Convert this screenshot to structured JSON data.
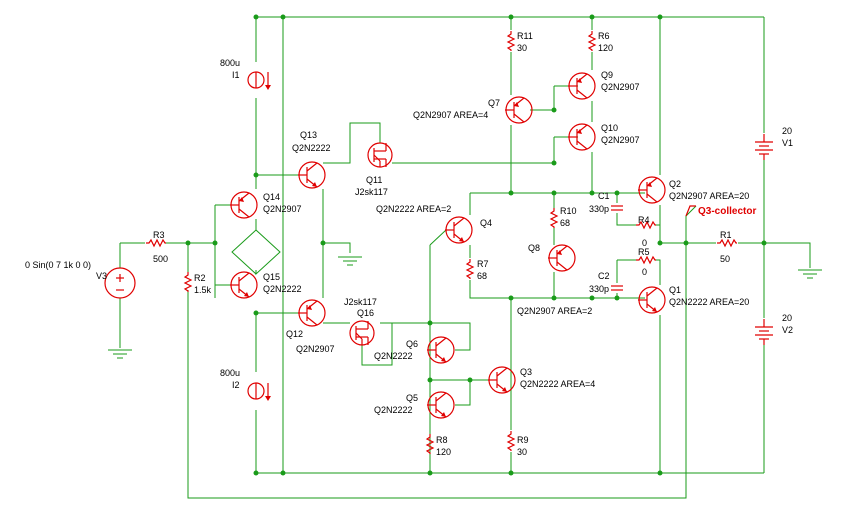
{
  "components": {
    "v3": {
      "ref": "V3",
      "value": "0 Sin(0 7 1k 0 0)"
    },
    "r3": {
      "ref": "R3",
      "value": "500"
    },
    "r2": {
      "ref": "R2",
      "value": "1.5k"
    },
    "i1": {
      "ref": "I1",
      "value": "800u"
    },
    "i2": {
      "ref": "I2",
      "value": "800u"
    },
    "q13": {
      "ref": "Q13",
      "value": "Q2N2222"
    },
    "q14": {
      "ref": "Q14",
      "value": "Q2N2907"
    },
    "q15": {
      "ref": "Q15",
      "value": "Q2N2222"
    },
    "q12": {
      "ref": "Q12",
      "value": "Q2N2907"
    },
    "q11": {
      "ref": "Q11",
      "value": "J2sk117"
    },
    "q16": {
      "ref": "Q16",
      "value": "J2sk117"
    },
    "q4": {
      "ref": "Q4",
      "value": "Q2N2222 AREA=2"
    },
    "r7": {
      "ref": "R7",
      "value": "68"
    },
    "q6": {
      "ref": "Q6",
      "value": "Q2N2222"
    },
    "q5": {
      "ref": "Q5",
      "value": "Q2N2222"
    },
    "r8": {
      "ref": "R8",
      "value": "120"
    },
    "q3": {
      "ref": "Q3",
      "value": "Q2N2222 AREA=4"
    },
    "r9": {
      "ref": "R9",
      "value": "30"
    },
    "r11": {
      "ref": "R11",
      "value": "30"
    },
    "r6": {
      "ref": "R6",
      "value": "120"
    },
    "q7": {
      "ref": "Q7",
      "value": "Q2N2907 AREA=4"
    },
    "q9": {
      "ref": "Q9",
      "value": "Q2N2907"
    },
    "q10": {
      "ref": "Q10",
      "value": "Q2N2907"
    },
    "r10": {
      "ref": "R10",
      "value": "68"
    },
    "q8": {
      "ref": "Q8",
      "value": "Q2N2907 AREA=2"
    },
    "c1": {
      "ref": "C1",
      "value": "330p"
    },
    "c2": {
      "ref": "C2",
      "value": "330p"
    },
    "r4": {
      "ref": "R4",
      "value": "0"
    },
    "r5": {
      "ref": "R5",
      "value": "0"
    },
    "q2": {
      "ref": "Q2",
      "value": "Q2N2907 AREA=20"
    },
    "q1": {
      "ref": "Q1",
      "value": "Q2N2222 AREA=20"
    },
    "r1": {
      "ref": "R1",
      "value": "50"
    },
    "v1": {
      "ref": "V1",
      "value": "20"
    },
    "v2": {
      "ref": "V2",
      "value": "20"
    }
  },
  "net_label": "Q3-collector",
  "colors": {
    "wire": "#1a9b1a",
    "component": "#e00000",
    "text": "#000000"
  }
}
